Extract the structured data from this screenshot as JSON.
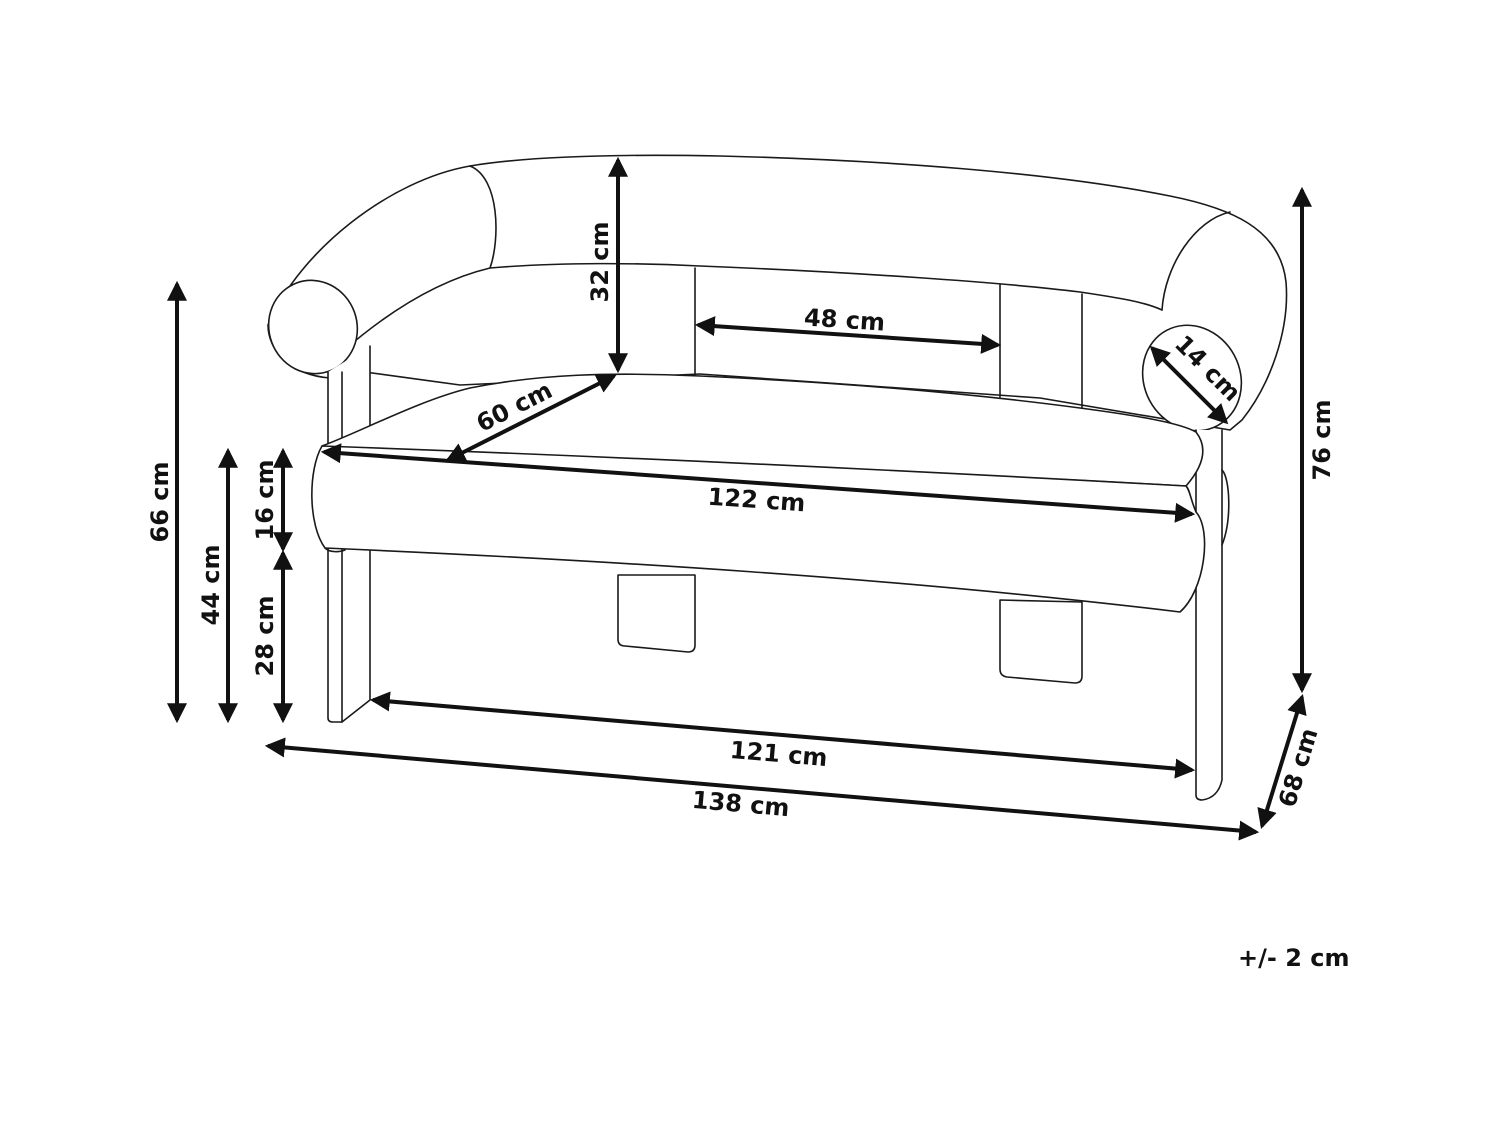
{
  "diagram": {
    "subject": "loveseat-dimensions",
    "labels": {
      "backrest_height": "32 cm",
      "back_gap_width": "48 cm",
      "armrest_diameter": "14 cm",
      "seat_depth": "60 cm",
      "seat_width": "122 cm",
      "overall_height": "76 cm",
      "armrest_height": "66 cm",
      "seat_height": "44 cm",
      "cushion_height": "16 cm",
      "base_height": "28 cm",
      "inner_leg_width": "121 cm",
      "overall_width": "138 cm",
      "overall_depth": "68 cm"
    },
    "tolerance_note": "+/- 2 cm"
  }
}
